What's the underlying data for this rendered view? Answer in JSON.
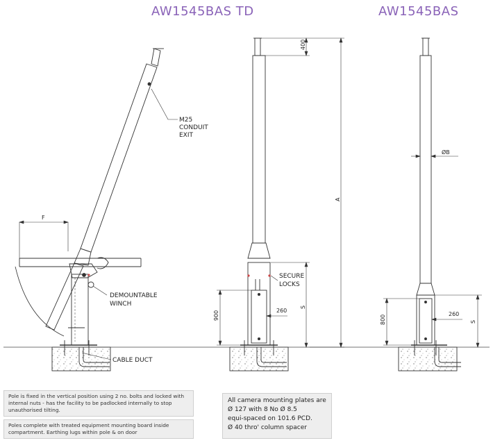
{
  "titles": {
    "left": "AW1545BAS TD",
    "right": "AW1545BAS"
  },
  "labels": {
    "conduit": [
      "M25",
      "CONDUIT",
      "EXIT"
    ],
    "winch": [
      "DEMOUNTABLE",
      "WINCH"
    ],
    "secure": [
      "SECURE",
      "LOCKS"
    ],
    "cable_duct": "CABLE DUCT"
  },
  "dimensions": {
    "f": "F",
    "d400": "400",
    "a": "A",
    "s_mid": "S",
    "d900": "900",
    "d260_mid": "260",
    "ob": "ØB",
    "d800": "800",
    "d260_right": "260",
    "s_right": "S"
  },
  "notes": {
    "note1": "Pole is fixed in the vertical position using 2 no. bolts and locked with internal nuts - has the facility to be padlocked internally to stop unauthorised tilting.",
    "note2": "Poles complete with treated equipment mounting board inside compartment. Earthing lugs within pole & on door",
    "note3": [
      "All camera mounting plates are",
      "Ø 127 with 8 No Ø 8.5",
      "equi-spaced on 101.6 PCD.",
      "Ø 40 thro' column spacer"
    ]
  }
}
